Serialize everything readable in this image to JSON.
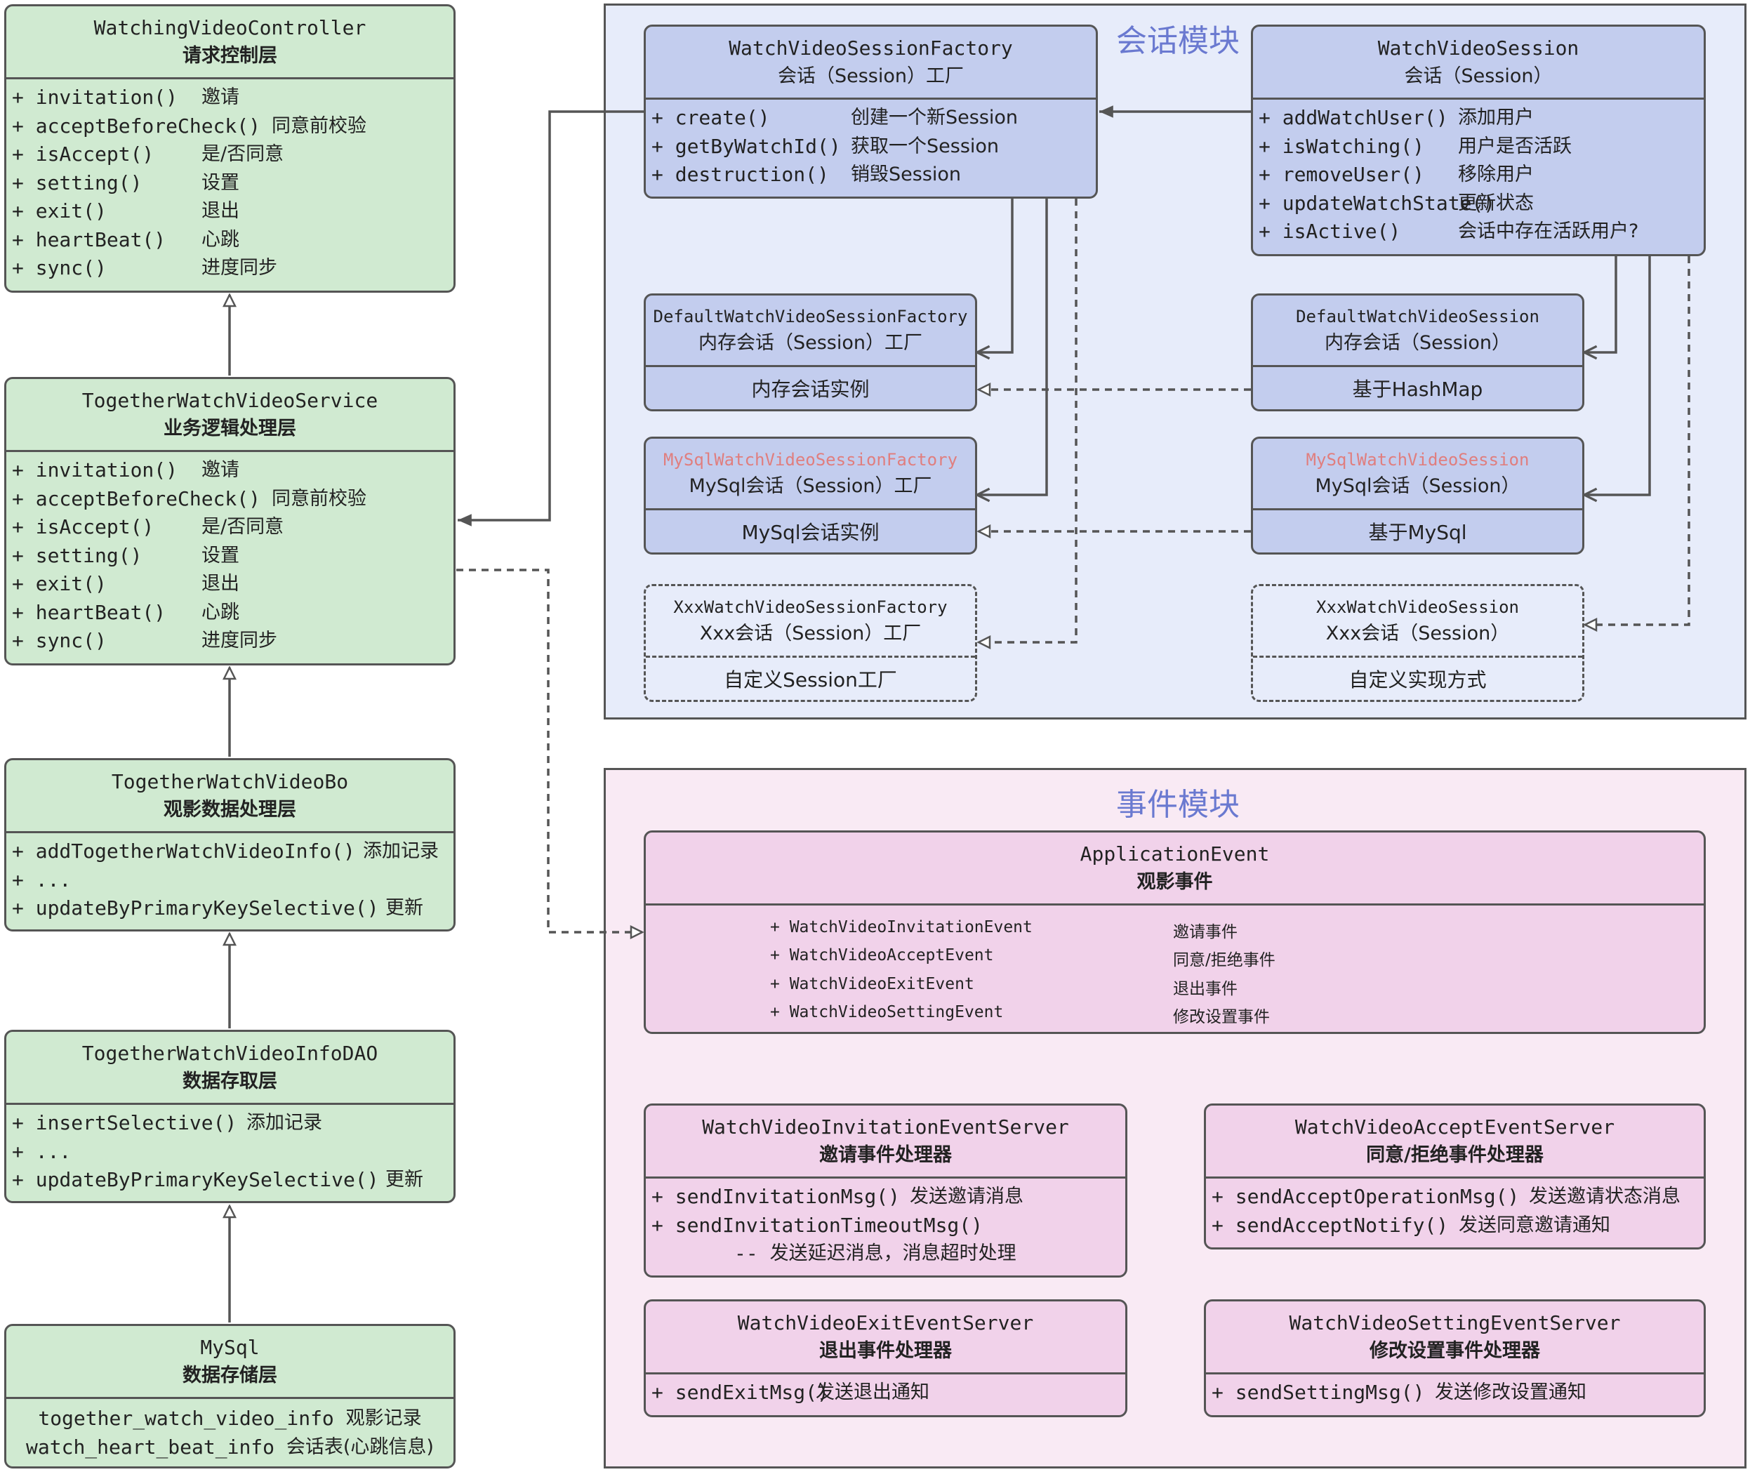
{
  "layers": {
    "controller": {
      "name": "WatchingVideoController",
      "desc": "请求控制层",
      "methods": [
        {
          "m": "+ invitation()",
          "d": "邀请"
        },
        {
          "m": "+ acceptBeforeCheck()",
          "d": "同意前校验"
        },
        {
          "m": "+ isAccept()",
          "d": "是/否同意"
        },
        {
          "m": "+ setting()",
          "d": "设置"
        },
        {
          "m": "+ exit()",
          "d": "退出"
        },
        {
          "m": "+ heartBeat()",
          "d": "心跳"
        },
        {
          "m": "+ sync()",
          "d": "进度同步"
        }
      ]
    },
    "service": {
      "name": "TogetherWatchVideoService",
      "desc": "业务逻辑处理层",
      "methods": [
        {
          "m": "+ invitation()",
          "d": "邀请"
        },
        {
          "m": "+ acceptBeforeCheck()",
          "d": "同意前校验"
        },
        {
          "m": "+ isAccept()",
          "d": "是/否同意"
        },
        {
          "m": "+ setting()",
          "d": "设置"
        },
        {
          "m": "+ exit()",
          "d": "退出"
        },
        {
          "m": "+ heartBeat()",
          "d": "心跳"
        },
        {
          "m": "+ sync()",
          "d": "进度同步"
        }
      ]
    },
    "bo": {
      "name": "TogetherWatchVideoBo",
      "desc": "观影数据处理层",
      "methods": [
        {
          "m": "+ addTogetherWatchVideoInfo()",
          "d": "添加记录"
        },
        {
          "m": "+ ...",
          "d": ""
        },
        {
          "m": "+ updateByPrimaryKeySelective()",
          "d": "更新"
        }
      ]
    },
    "dao": {
      "name": "TogetherWatchVideoInfoDAO",
      "desc": "数据存取层",
      "methods": [
        {
          "m": "+ insertSelective()",
          "d": "添加记录"
        },
        {
          "m": "+ ...",
          "d": ""
        },
        {
          "m": "+ updateByPrimaryKeySelective()",
          "d": "更新"
        }
      ]
    },
    "mysql": {
      "name": "MySql",
      "desc": "数据存储层",
      "tables": [
        {
          "m": "together_watch_video_info",
          "d": "观影记录"
        },
        {
          "m": "watch_heart_beat_info",
          "d": "会话表(心跳信息)"
        }
      ]
    }
  },
  "session_module": {
    "title": "会话模块",
    "factory": {
      "name": "WatchVideoSessionFactory",
      "desc": "会话（Session）工厂",
      "methods": [
        {
          "m": "+ create()",
          "d": "创建一个新Session"
        },
        {
          "m": "+ getByWatchId()",
          "d": "获取一个Session"
        },
        {
          "m": "+ destruction()",
          "d": "销毁Session"
        }
      ]
    },
    "session": {
      "name": "WatchVideoSession",
      "desc": "会话（Session）",
      "methods": [
        {
          "m": "+ addWatchUser()",
          "d": "添加用户"
        },
        {
          "m": "+ isWatching()",
          "d": "用户是否活跃"
        },
        {
          "m": "+ removeUser()",
          "d": "移除用户"
        },
        {
          "m": "+ updateWatchState()",
          "d": "更新状态"
        },
        {
          "m": "+ isActive()",
          "d": "会话中存在活跃用户?"
        }
      ]
    },
    "default_factory": {
      "name": "DefaultWatchVideoSessionFactory",
      "desc": "内存会话（Session）工厂",
      "body": "内存会话实例"
    },
    "default_session": {
      "name": "DefaultWatchVideoSession",
      "desc": "内存会话（Session）",
      "body": "基于HashMap"
    },
    "mysql_factory": {
      "name": "MySqlWatchVideoSessionFactory",
      "desc": "MySql会话（Session）工厂",
      "body": "MySql会话实例"
    },
    "mysql_session": {
      "name": "MySqlWatchVideoSession",
      "desc": "MySql会话（Session）",
      "body": "基于MySql"
    },
    "xxx_factory": {
      "name": "XxxWatchVideoSessionFactory",
      "desc": "Xxx会话（Session）工厂",
      "body": "自定义Session工厂"
    },
    "xxx_session": {
      "name": "XxxWatchVideoSession",
      "desc": "Xxx会话（Session）",
      "body": "自定义实现方式"
    }
  },
  "event_module": {
    "title": "事件模块",
    "app_event": {
      "name": "ApplicationEvent",
      "desc": "观影事件",
      "events": [
        {
          "m": "+ WatchVideoInvitationEvent",
          "d": "邀请事件"
        },
        {
          "m": "+ WatchVideoAcceptEvent",
          "d": "同意/拒绝事件"
        },
        {
          "m": "+ WatchVideoExitEvent",
          "d": "退出事件"
        },
        {
          "m": "+ WatchVideoSettingEvent",
          "d": "修改设置事件"
        }
      ]
    },
    "invitation_server": {
      "name": "WatchVideoInvitationEventServer",
      "desc": "邀请事件处理器",
      "lines": [
        {
          "m": "+ sendInvitationMsg()",
          "d": "发送邀请消息"
        },
        {
          "m": "+ sendInvitationTimeoutMsg()",
          "d": ""
        },
        {
          "m": "       -- ",
          "d": "发送延迟消息，消息超时处理"
        }
      ]
    },
    "accept_server": {
      "name": "WatchVideoAcceptEventServer",
      "desc": "同意/拒绝事件处理器",
      "lines": [
        {
          "m": "+ sendAcceptOperationMsg()",
          "d": "发送邀请状态消息"
        },
        {
          "m": "+ sendAcceptNotify()",
          "d": "发送同意邀请通知"
        }
      ]
    },
    "exit_server": {
      "name": "WatchVideoExitEventServer",
      "desc": "退出事件处理器",
      "lines": [
        {
          "m": "+ sendExitMsg()",
          "d": "发送退出通知"
        }
      ]
    },
    "setting_server": {
      "name": "WatchVideoSettingEventServer",
      "desc": "修改设置事件处理器",
      "lines": [
        {
          "m": "+ sendSettingMsg()",
          "d": "发送修改设置通知"
        }
      ]
    }
  },
  "colors": {
    "layer_fill": "#d0ead1",
    "session_fill": "#c3cdee",
    "session_region": "#e7ecfa",
    "event_fill": "#f1d2ea",
    "event_region": "#f9eaf4",
    "module_title": "#6a79d0",
    "border": "#555555"
  }
}
